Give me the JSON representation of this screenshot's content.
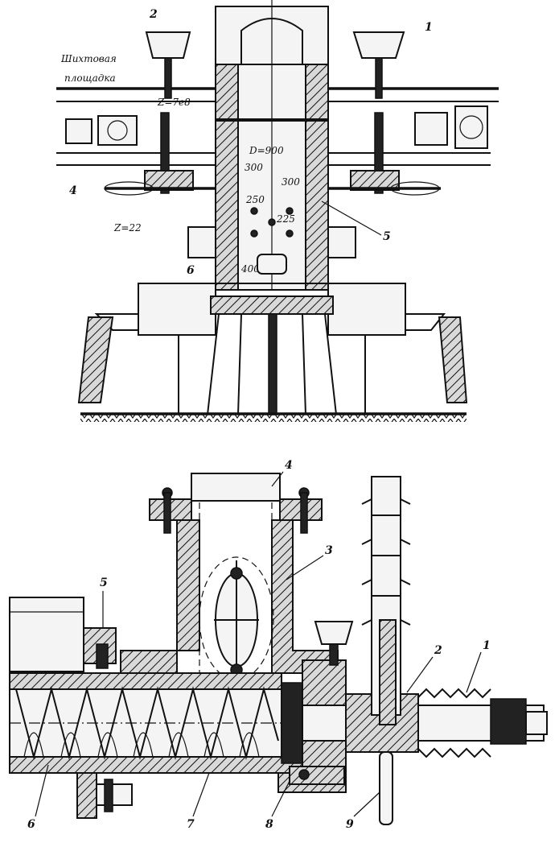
{
  "top_view": {
    "platform_text_line1": "Шихтовая",
    "platform_text_line2": "площадка",
    "label_1": "1",
    "label_2": "2",
    "label_4": "4",
    "label_5": "5",
    "label_6": "6",
    "z_top": "Z=7e8",
    "z_gear": "Z=22",
    "dia": "D=900",
    "dim_300a": "300",
    "dim_300b": "300",
    "dim_250": "250",
    "dim_225": "225",
    "dim_400": "400"
  },
  "bottom_view": {
    "label_1": "1",
    "label_2": "2",
    "label_3": "3",
    "label_4": "4",
    "label_5": "5",
    "label_6": "6",
    "label_7": "7",
    "label_8": "8",
    "label_9": "9"
  }
}
